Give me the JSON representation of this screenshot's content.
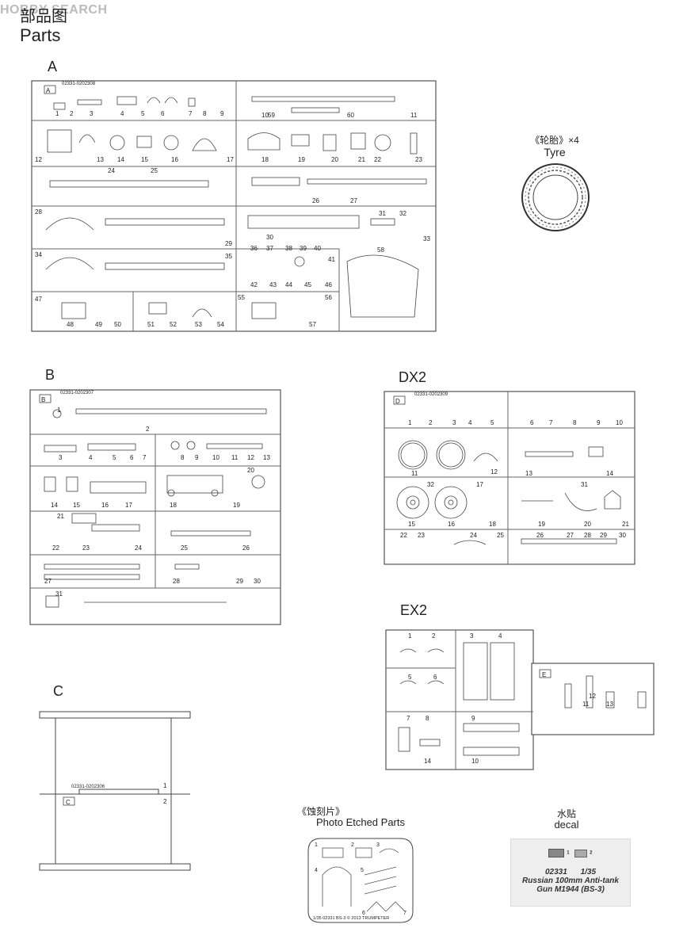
{
  "watermark": "HOBBY SEARCH",
  "header": {
    "title_cn": "部品图",
    "title_en": "Parts"
  },
  "sprues": {
    "A": {
      "label": "A",
      "code": "02331-0202308",
      "tag": "A",
      "parts": [
        "1",
        "2",
        "3",
        "4",
        "5",
        "6",
        "7",
        "8",
        "9",
        "10",
        "11",
        "12",
        "13",
        "14",
        "15",
        "16",
        "17",
        "18",
        "19",
        "20",
        "21",
        "22",
        "23",
        "24",
        "25",
        "26",
        "27",
        "28",
        "29",
        "30",
        "31",
        "32",
        "33",
        "34",
        "35",
        "36",
        "37",
        "38",
        "39",
        "40",
        "41",
        "42",
        "43",
        "44",
        "45",
        "46",
        "47",
        "48",
        "49",
        "50",
        "51",
        "52",
        "53",
        "54",
        "55",
        "56",
        "57",
        "58",
        "59",
        "60"
      ]
    },
    "B": {
      "label": "B",
      "code": "02331-0202307",
      "tag": "B",
      "parts": [
        "1",
        "2",
        "3",
        "4",
        "5",
        "6",
        "7",
        "8",
        "9",
        "10",
        "11",
        "12",
        "13",
        "14",
        "15",
        "16",
        "17",
        "18",
        "19",
        "20",
        "21",
        "22",
        "23",
        "24",
        "25",
        "26",
        "27",
        "28",
        "29",
        "30",
        "31"
      ]
    },
    "DX2": {
      "label": "DX2",
      "code": "02331-0202309",
      "tag": "D",
      "parts": [
        "1",
        "2",
        "3",
        "4",
        "5",
        "6",
        "7",
        "8",
        "9",
        "10",
        "11",
        "12",
        "13",
        "14",
        "15",
        "16",
        "17",
        "18",
        "19",
        "20",
        "21",
        "22",
        "23",
        "24",
        "25",
        "26",
        "27",
        "28",
        "29",
        "30",
        "31",
        "32"
      ]
    },
    "EX2": {
      "label": "EX2",
      "tag": "E",
      "parts": [
        "1",
        "2",
        "3",
        "4",
        "5",
        "6",
        "7",
        "8",
        "9",
        "10",
        "11",
        "12",
        "13",
        "14"
      ]
    },
    "C": {
      "label": "C",
      "code": "02331-0202306",
      "tag": "C",
      "parts": [
        "1",
        "2"
      ]
    }
  },
  "tyre": {
    "label_cn": "《轮胎》×4",
    "label_en": "Tyre"
  },
  "pe": {
    "label_cn": "《蚀刻片》",
    "label_en": "Photo Etched Parts",
    "footer": "1/35  02331  BS-3  © 2013  TRUMPETER",
    "parts": [
      "1",
      "2",
      "3",
      "4",
      "5",
      "6",
      "7"
    ]
  },
  "decal": {
    "label_cn": "水贴",
    "label_en": "decal",
    "code": "02331",
    "scale": "1/35",
    "line1": "Russian 100mm Anti-tank",
    "line2": "Gun M1944 (BS-3)",
    "marks": [
      "1",
      "2"
    ]
  }
}
